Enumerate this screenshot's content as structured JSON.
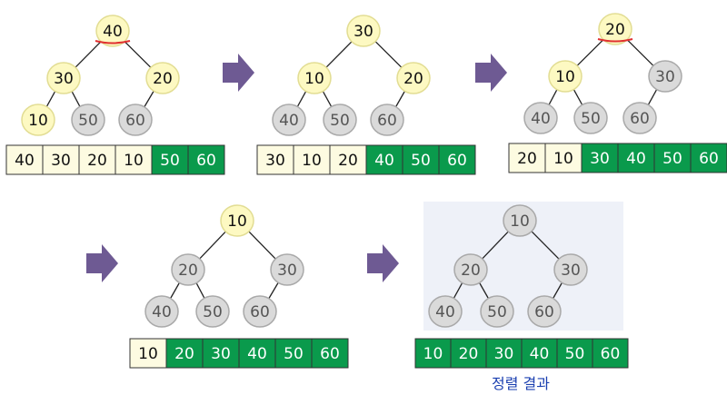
{
  "colors": {
    "active_fill": "#fdf9c2",
    "active_stroke": "#e2dd93",
    "inactive_fill": "#dadada",
    "inactive_stroke": "#a9a9a9",
    "sorted_fill": "#0a9a4c",
    "unsorted_fill": "#fdfbe1",
    "arrow": "#6e5a93",
    "mark": "#e03030",
    "caption": "#1a3fb0",
    "result_bg": "#eef1f8"
  },
  "states": [
    {
      "nodes": [
        {
          "label": "40",
          "active": true,
          "marked": true
        },
        {
          "label": "30",
          "active": true
        },
        {
          "label": "20",
          "active": true
        },
        {
          "label": "10",
          "active": true
        },
        {
          "label": "50",
          "active": false
        },
        {
          "label": "60",
          "active": false
        }
      ],
      "array": [
        {
          "v": "40",
          "sorted": false
        },
        {
          "v": "30",
          "sorted": false
        },
        {
          "v": "20",
          "sorted": false
        },
        {
          "v": "10",
          "sorted": false
        },
        {
          "v": "50",
          "sorted": true
        },
        {
          "v": "60",
          "sorted": true
        }
      ]
    },
    {
      "nodes": [
        {
          "label": "30",
          "active": true
        },
        {
          "label": "10",
          "active": true
        },
        {
          "label": "20",
          "active": true
        },
        {
          "label": "40",
          "active": false
        },
        {
          "label": "50",
          "active": false
        },
        {
          "label": "60",
          "active": false
        }
      ],
      "array": [
        {
          "v": "30",
          "sorted": false
        },
        {
          "v": "10",
          "sorted": false
        },
        {
          "v": "20",
          "sorted": false
        },
        {
          "v": "40",
          "sorted": true
        },
        {
          "v": "50",
          "sorted": true
        },
        {
          "v": "60",
          "sorted": true
        }
      ]
    },
    {
      "nodes": [
        {
          "label": "20",
          "active": true,
          "marked": true
        },
        {
          "label": "10",
          "active": true
        },
        {
          "label": "30",
          "active": false
        },
        {
          "label": "40",
          "active": false
        },
        {
          "label": "50",
          "active": false
        },
        {
          "label": "60",
          "active": false
        }
      ],
      "array": [
        {
          "v": "20",
          "sorted": false
        },
        {
          "v": "10",
          "sorted": false
        },
        {
          "v": "30",
          "sorted": true
        },
        {
          "v": "40",
          "sorted": true
        },
        {
          "v": "50",
          "sorted": true
        },
        {
          "v": "60",
          "sorted": true
        }
      ]
    },
    {
      "nodes": [
        {
          "label": "10",
          "active": true
        },
        {
          "label": "20",
          "active": false
        },
        {
          "label": "30",
          "active": false
        },
        {
          "label": "40",
          "active": false
        },
        {
          "label": "50",
          "active": false
        },
        {
          "label": "60",
          "active": false
        }
      ],
      "array": [
        {
          "v": "10",
          "sorted": false
        },
        {
          "v": "20",
          "sorted": true
        },
        {
          "v": "30",
          "sorted": true
        },
        {
          "v": "40",
          "sorted": true
        },
        {
          "v": "50",
          "sorted": true
        },
        {
          "v": "60",
          "sorted": true
        }
      ]
    },
    {
      "nodes": [
        {
          "label": "10",
          "active": false
        },
        {
          "label": "20",
          "active": false
        },
        {
          "label": "30",
          "active": false
        },
        {
          "label": "40",
          "active": false
        },
        {
          "label": "50",
          "active": false
        },
        {
          "label": "60",
          "active": false
        }
      ],
      "array": [
        {
          "v": "10",
          "sorted": true
        },
        {
          "v": "20",
          "sorted": true
        },
        {
          "v": "30",
          "sorted": true
        },
        {
          "v": "40",
          "sorted": true
        },
        {
          "v": "50",
          "sorted": true
        },
        {
          "v": "60",
          "sorted": true
        }
      ]
    }
  ],
  "result_caption": "정렬 결과"
}
